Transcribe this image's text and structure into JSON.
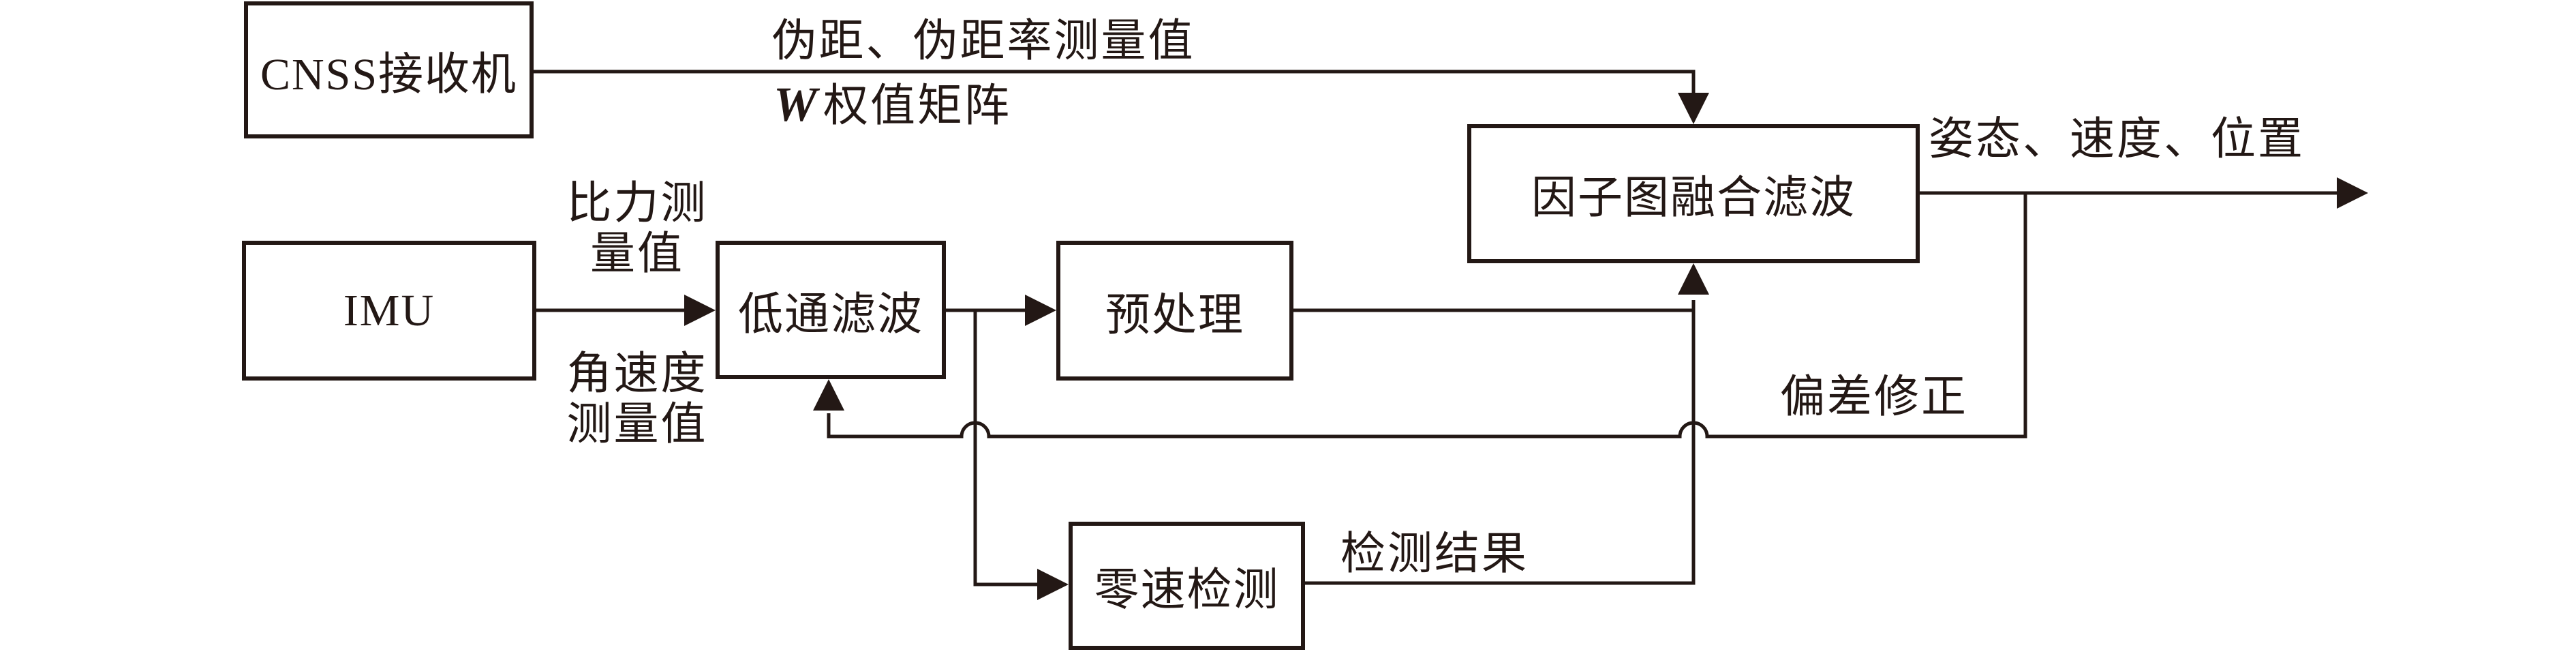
{
  "diagram": {
    "type": "block-diagram",
    "colors": {
      "ink": "#231815",
      "background": "#ffffff"
    },
    "nodes": {
      "cnss": {
        "label": "CNSS接收机"
      },
      "imu": {
        "label": "IMU"
      },
      "lowpass": {
        "label": "低通滤波"
      },
      "preprocess": {
        "label": "预处理"
      },
      "factor": {
        "label": "因子图融合滤波"
      },
      "zerovel": {
        "label": "零速检测"
      }
    },
    "edge_labels": {
      "pseudorange": "伪距、伪距率测量值",
      "weight_prefix": "W",
      "weight_rest": "权值矩阵",
      "specific_force_line1": "比力测",
      "specific_force_line2": "量值",
      "angular_rate_line1": "角速度",
      "angular_rate_line2": "测量值",
      "output": "姿态、速度、位置",
      "bias": "偏差修正",
      "detection": "检测结果"
    }
  }
}
